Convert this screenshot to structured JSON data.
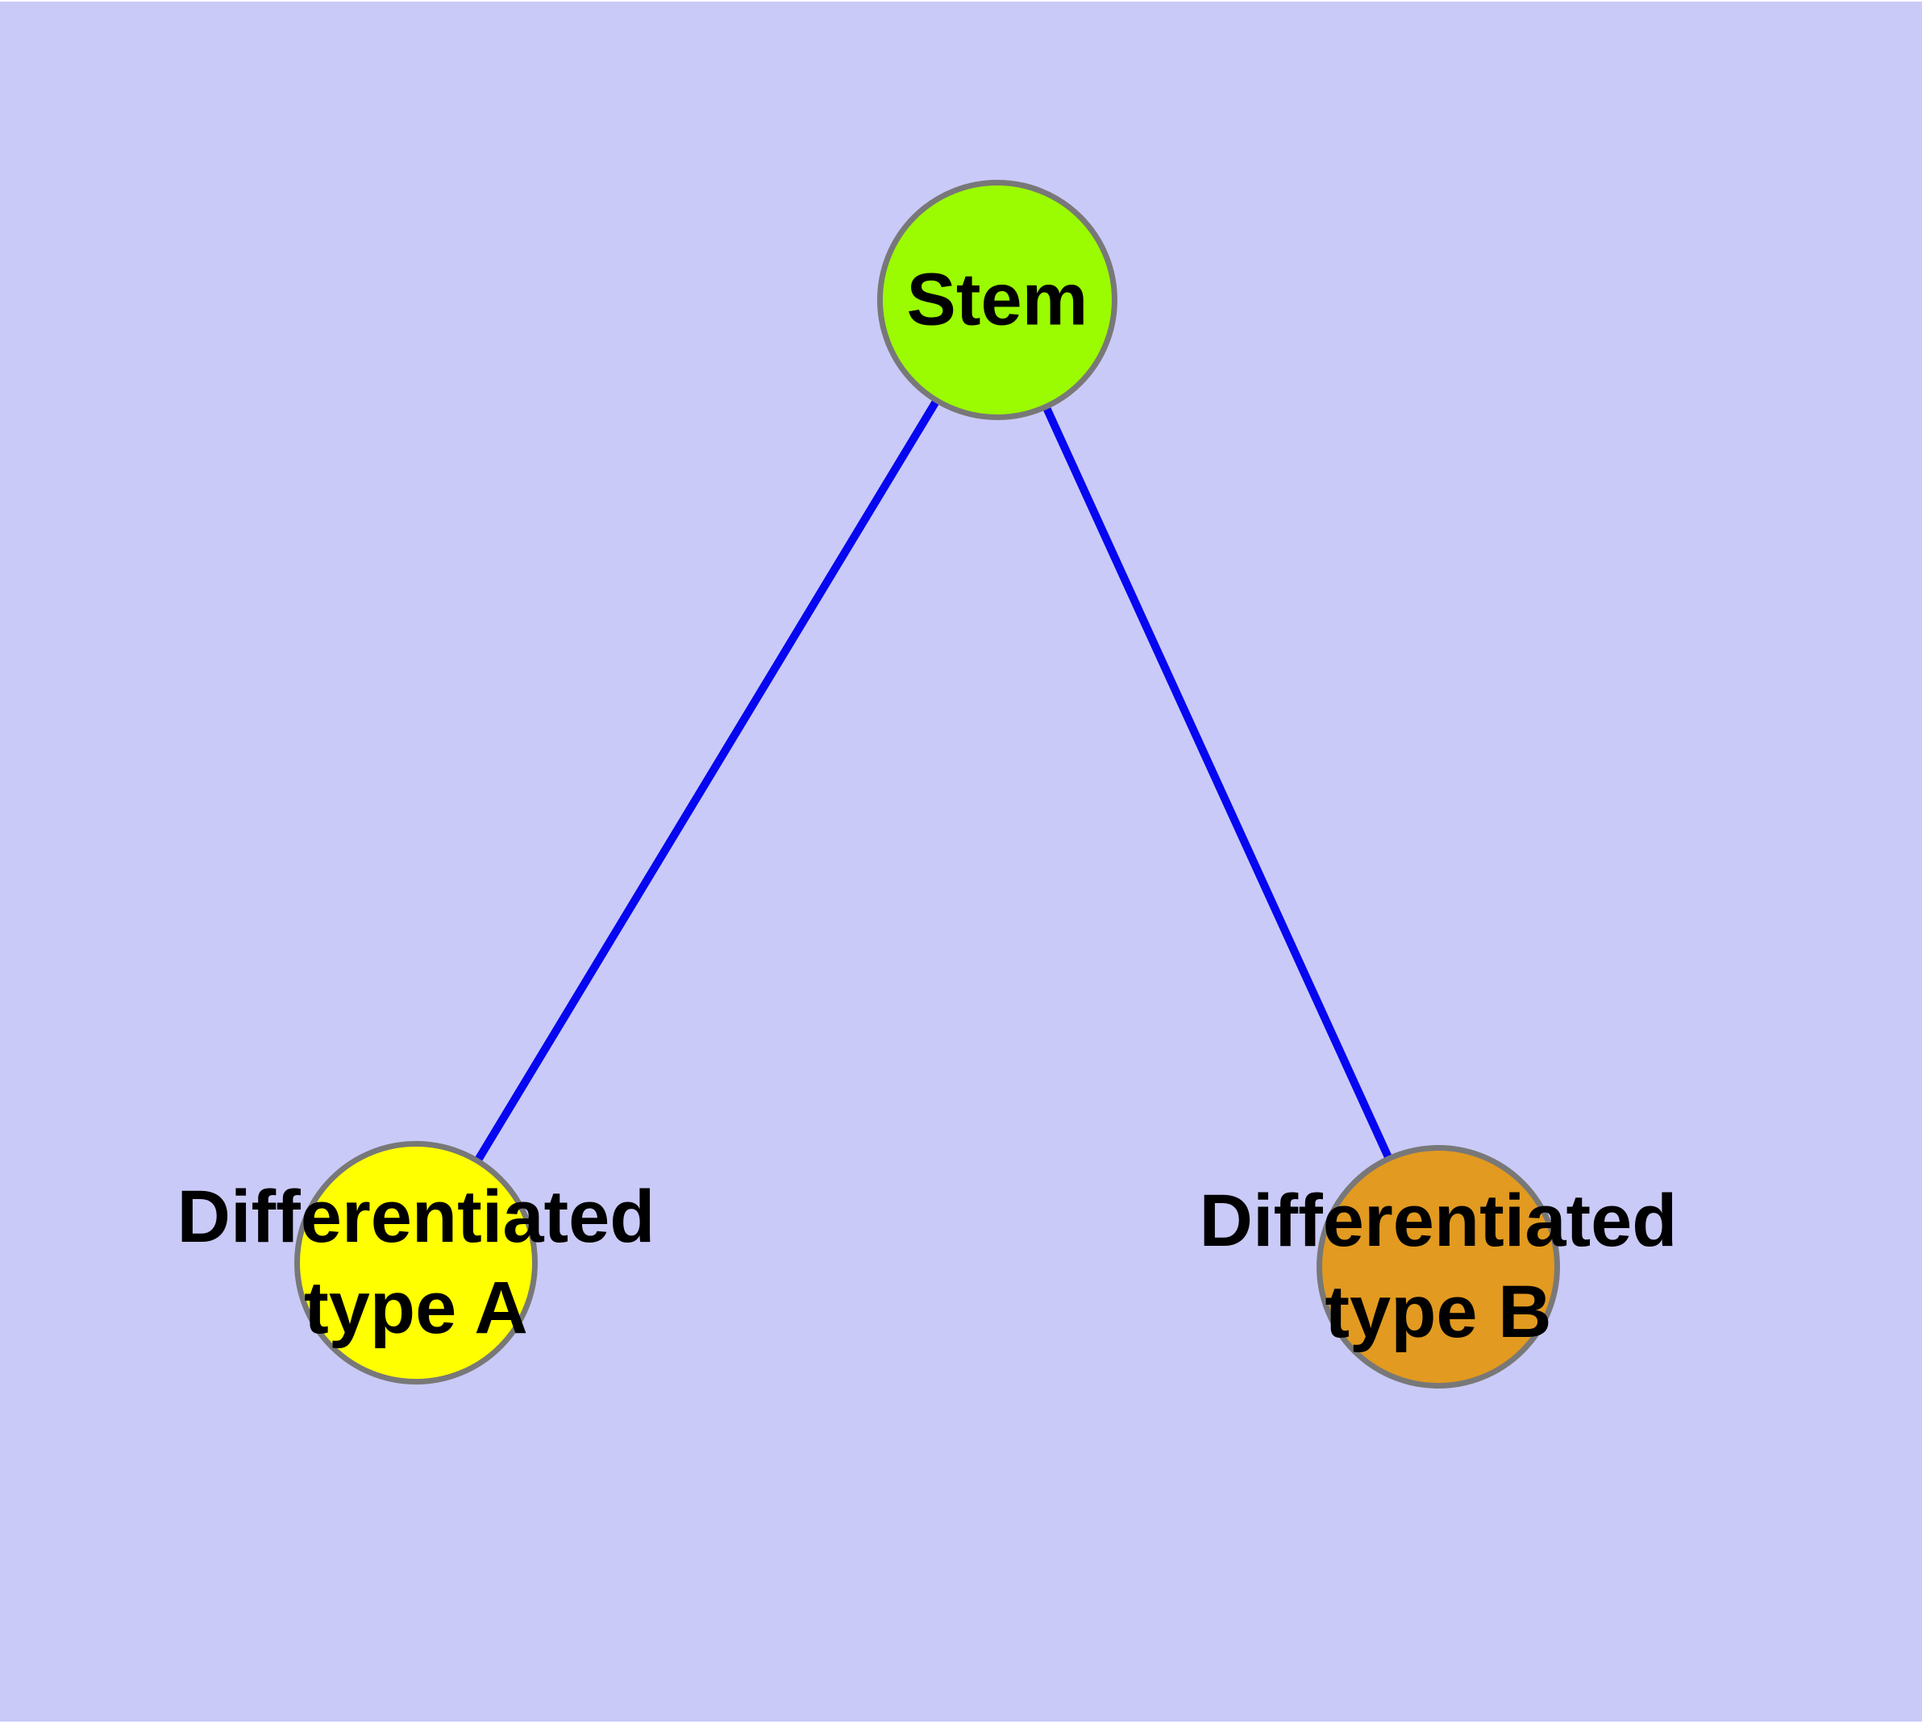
{
  "diagram": {
    "type": "graph",
    "background_color": "#CACAF8",
    "node_border_color": "#787878",
    "label_text_color": "#000000",
    "nodes": [
      {
        "id": "stem",
        "label": "Stem",
        "label_lines": [
          "Stem"
        ],
        "fill": "#9BFB00",
        "shape": "circle"
      },
      {
        "id": "type_a",
        "label": "Differentiated type A",
        "label_lines": [
          "Differentiated",
          "type A"
        ],
        "fill": "#FFFF00",
        "shape": "circle"
      },
      {
        "id": "type_b",
        "label": "Differentiated type B",
        "label_lines": [
          "Differentiated",
          "type B"
        ],
        "fill": "#E29A20",
        "shape": "circle"
      }
    ],
    "edges": [
      {
        "from": "Stem",
        "to": "Differentiated type A",
        "color": "#0606F0"
      },
      {
        "from": "Stem",
        "to": "Differentiated type B",
        "color": "#0606F0"
      }
    ]
  }
}
